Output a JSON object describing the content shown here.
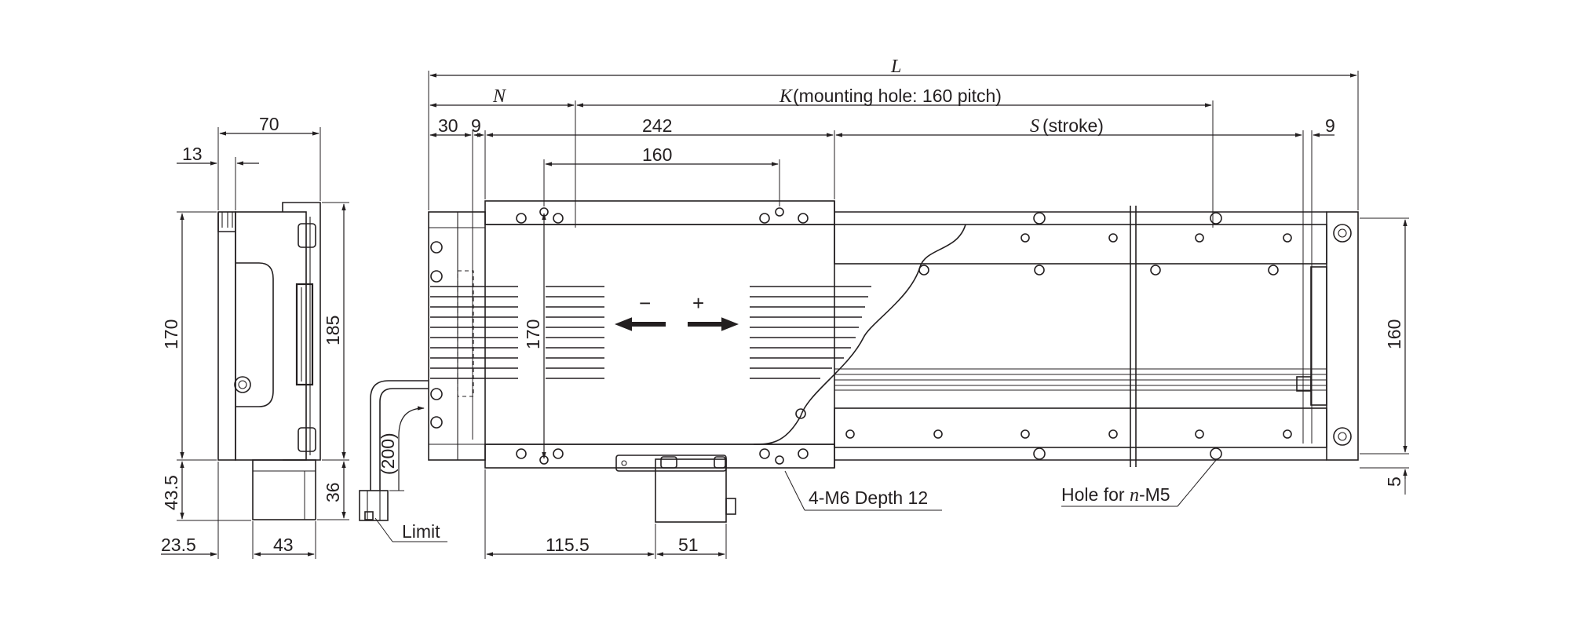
{
  "dimensions": {
    "L": "L",
    "N": "N",
    "K_var": "K",
    "K_text": "(mounting hole: 160 pitch)",
    "S_var": "S",
    "S_text": "(stroke)",
    "d30": "30",
    "d9_left": "9",
    "d242": "242",
    "d9_right": "9",
    "d160_top": "160",
    "d70": "70",
    "d13": "13",
    "d170_side": "170",
    "d185": "185",
    "d43_5": "43.5",
    "d36": "36",
    "d23_5": "23.5",
    "d43": "43",
    "d200": "(200)",
    "d170_center": "170",
    "d160_right": "160",
    "d5": "5",
    "d115_5": "115.5",
    "d51": "51"
  },
  "annotations": {
    "minus": "−",
    "plus": "+",
    "limit": "Limit",
    "m6": "4-M6 Depth 12",
    "hole_prefix": "Hole for ",
    "hole_var": "n",
    "hole_suffix": "-M5"
  }
}
